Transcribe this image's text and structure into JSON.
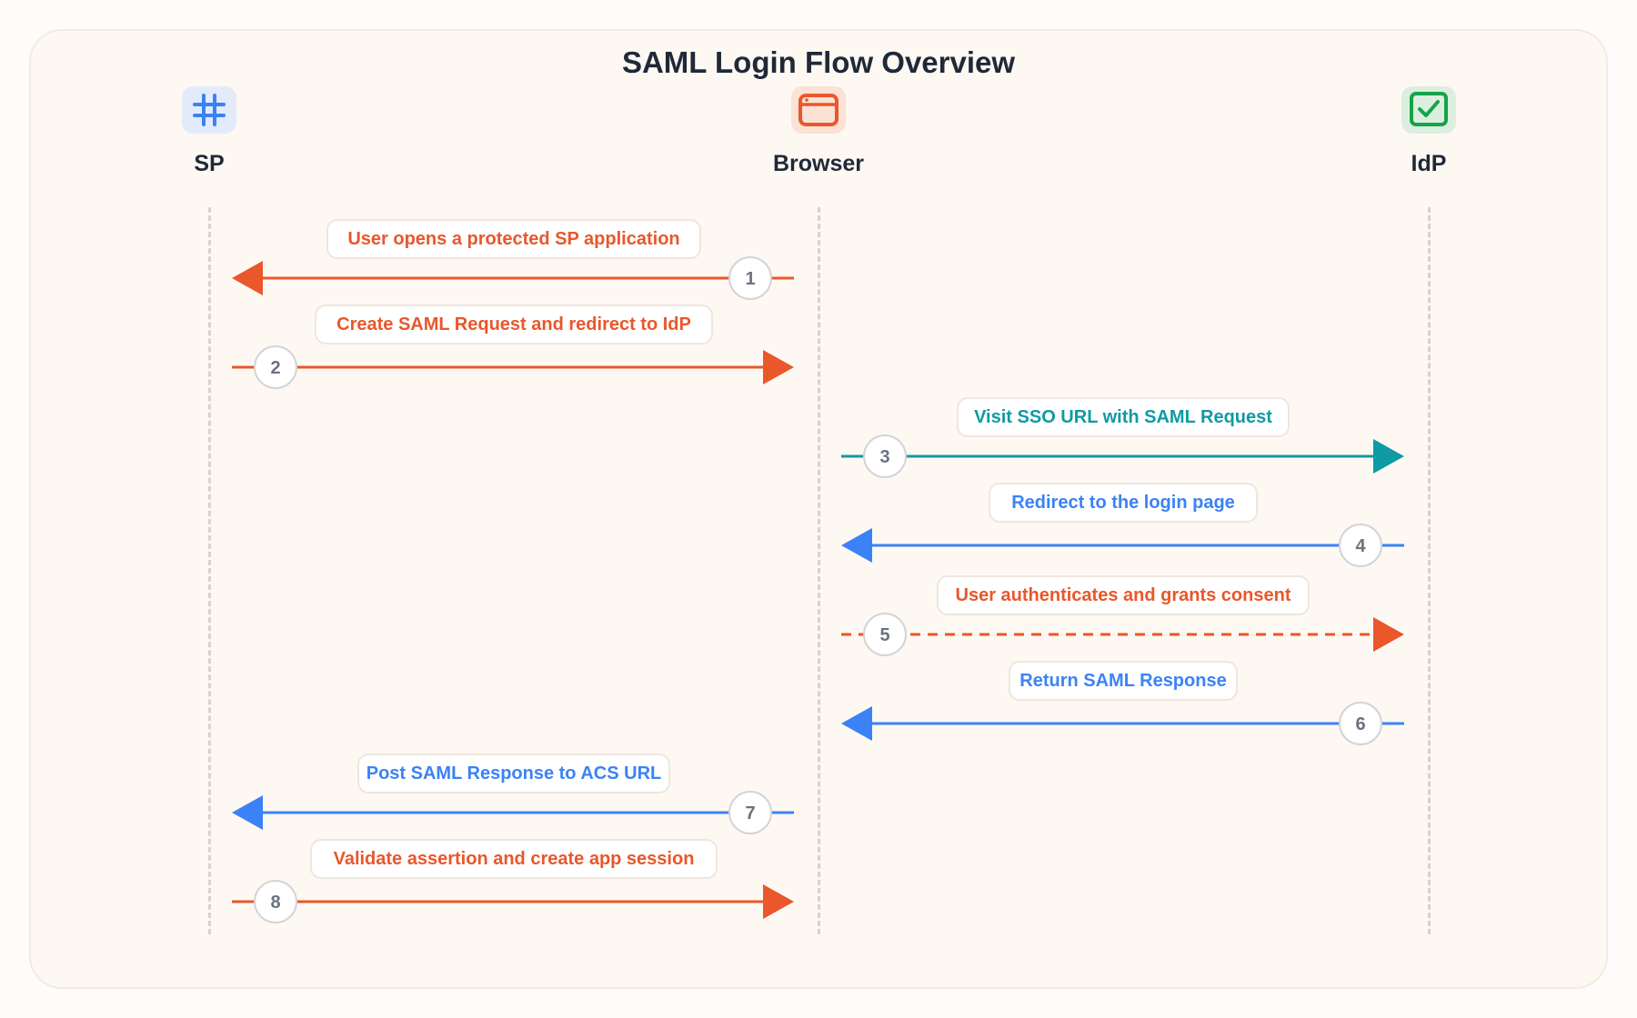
{
  "title": "SAML Login Flow Overview",
  "colors": {
    "orange": "#e9572b",
    "blue": "#3b82f6",
    "teal": "#0f9aa4",
    "text_dark": "#1f2937",
    "step_number": "#6b7280"
  },
  "actors": [
    {
      "label": "SP",
      "icon": "hashtag-icon"
    },
    {
      "label": "Browser",
      "icon": "browser-window-icon"
    },
    {
      "label": "IdP",
      "icon": "check-square-icon"
    }
  ],
  "messages": [
    {
      "step": "1",
      "label": "User opens a protected SP application",
      "from": "Browser",
      "to": "SP",
      "color": "orange",
      "style": "solid"
    },
    {
      "step": "2",
      "label": "Create SAML Request and redirect to IdP",
      "from": "SP",
      "to": "Browser",
      "color": "orange",
      "style": "solid"
    },
    {
      "step": "3",
      "label": "Visit SSO URL with SAML Request",
      "from": "Browser",
      "to": "IdP",
      "color": "teal",
      "style": "solid"
    },
    {
      "step": "4",
      "label": "Redirect to the login page",
      "from": "IdP",
      "to": "Browser",
      "color": "blue",
      "style": "solid"
    },
    {
      "step": "5",
      "label": "User authenticates and grants consent",
      "from": "Browser",
      "to": "IdP",
      "color": "orange",
      "style": "dashed"
    },
    {
      "step": "6",
      "label": "Return SAML Response",
      "from": "IdP",
      "to": "Browser",
      "color": "blue",
      "style": "solid"
    },
    {
      "step": "7",
      "label": "Post SAML Response to ACS URL",
      "from": "Browser",
      "to": "SP",
      "color": "blue",
      "style": "solid"
    },
    {
      "step": "8",
      "label": "Validate assertion and create app session",
      "from": "SP",
      "to": "Browser",
      "color": "orange",
      "style": "solid"
    }
  ]
}
